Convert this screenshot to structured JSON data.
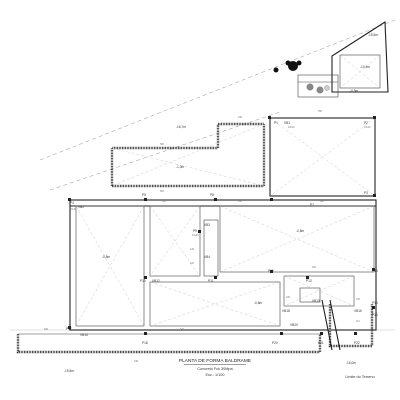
{
  "title": {
    "main": "PLANTA DE FORMA BALDRAME",
    "concrete": "Concreto Fck 30Mpa",
    "scale": "Esc.: 1/100"
  },
  "boundary_label": "Limite do Terreno",
  "colors": {
    "line": "#222222",
    "diagonal": "#b5b5b5",
    "dimension": "#999999"
  },
  "pillars": [
    "P1",
    "P2",
    "P3",
    "P4",
    "P5",
    "P7",
    "P8",
    "P9",
    "P10",
    "P11",
    "P12",
    "P13",
    "P14",
    "P15",
    "P16",
    "P17",
    "P18",
    "P20",
    "P21",
    "P22"
  ],
  "beams": [
    "VB1",
    "VB2",
    "VB3",
    "VB4",
    "VB12",
    "VB13",
    "VB15",
    "VB16",
    "VB18",
    "VB20"
  ],
  "levels": [
    "-15,5m",
    "-10,4m",
    "-16,7m",
    "-1,0m",
    "-0,8m",
    "-0,8m",
    "-0,8m",
    "-0,8m",
    "-15,5m",
    "-16,0m"
  ],
  "dimensions": [
    "240",
    "350",
    "500",
    "500",
    "348",
    "340",
    "380",
    "350",
    "128",
    "120",
    "180",
    "542",
    "480",
    "180",
    "110",
    "120"
  ],
  "hatch_labels": [
    "18x40",
    "16x40",
    "12x40",
    "20x40"
  ]
}
